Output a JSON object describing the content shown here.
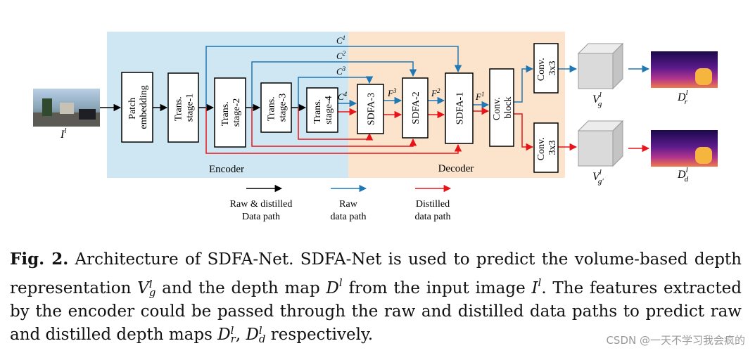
{
  "diagram": {
    "regions": {
      "encoder": "Encoder",
      "decoder": "Decoder"
    },
    "input_image_label": "I",
    "input_image_sup": "l",
    "blocks": [
      {
        "id": "patch",
        "label": "Patch embedding"
      },
      {
        "id": "ts1",
        "label": "Trans. stage-1"
      },
      {
        "id": "ts2",
        "label": "Trans. stage-2"
      },
      {
        "id": "ts3",
        "label": "Trans. stage-3"
      },
      {
        "id": "ts4",
        "label": "Trans. stage-4"
      },
      {
        "id": "sdfa3",
        "label": "SDFA-3"
      },
      {
        "id": "sdfa2",
        "label": "SDFA-2"
      },
      {
        "id": "sdfa1",
        "label": "SDFA-1"
      },
      {
        "id": "convblock",
        "label": "Conv. block"
      },
      {
        "id": "conv_top",
        "label": "Conv. 3x3"
      },
      {
        "id": "conv_bot",
        "label": "Conv. 3x3"
      }
    ],
    "skip_labels": [
      {
        "base": "C",
        "sup": "1"
      },
      {
        "base": "C",
        "sup": "2"
      },
      {
        "base": "C",
        "sup": "3"
      },
      {
        "base": "C",
        "sup": "4"
      }
    ],
    "feature_labels": [
      {
        "base": "F",
        "sup": "3"
      },
      {
        "base": "F",
        "sup": "2"
      },
      {
        "base": "F",
        "sup": "1"
      }
    ],
    "volume_labels": [
      {
        "base": "V",
        "sup": "l",
        "sub": "g"
      },
      {
        "base": "V",
        "sup": "l",
        "sub": "g′"
      }
    ],
    "depth_labels": [
      {
        "base": "D",
        "sup": "l",
        "sub": "r"
      },
      {
        "base": "D",
        "sup": "l",
        "sub": "d"
      }
    ],
    "legend": [
      {
        "line1": "Raw & distilled",
        "line2": "Data path",
        "color": "#000000"
      },
      {
        "line1": "Raw",
        "line2": "data path",
        "color": "#1f77b4"
      },
      {
        "line1": "Distilled",
        "line2": "data path",
        "color": "#e8141a"
      }
    ],
    "colors": {
      "encoder_bg": "#cfe7f3",
      "decoder_bg": "#fbe3cc",
      "raw": "#1f77b4",
      "distilled": "#e8141a",
      "shared": "#000000"
    }
  },
  "caption": {
    "fig_label": "Fig. 2.",
    "seg1": " Architecture of SDFA-Net. SDFA-Net is used to predict the volume-based depth representation ",
    "seg2": " and the depth map ",
    "seg3": " from the input image ",
    "seg4": ". The features extracted by the encoder could be passed through the raw and distilled data paths to predict raw and distilled depth maps ",
    "seg5": " respectively.",
    "v_base": "V",
    "v_sub": "g",
    "v_sup": "l",
    "d_base": "D",
    "d_sup": "l",
    "i_base": "I",
    "i_sup": "l",
    "dr_base": "D",
    "dr_sub": "r",
    "dr_sup": "l",
    "dd_base": "D",
    "dd_sub": "d",
    "dd_sup": "l",
    "comma": ", "
  },
  "watermark": "CSDN @一天不学习我会疯的"
}
